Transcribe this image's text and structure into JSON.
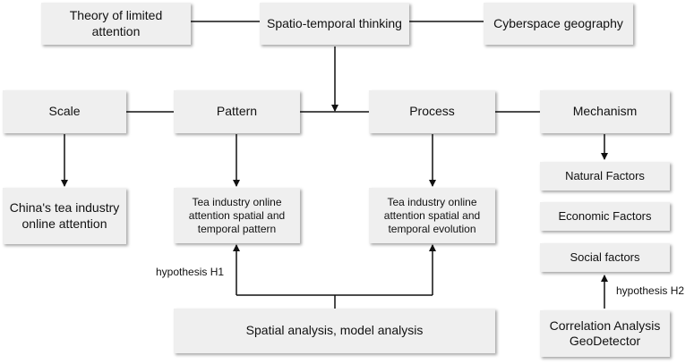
{
  "top": {
    "limited_attention": "Theory of limited attention",
    "spatio_temporal": "Spatio-temporal thinking",
    "cyberspace": "Cyberspace geography"
  },
  "middle": {
    "scale": "Scale",
    "pattern": "Pattern",
    "process": "Process",
    "mechanism": "Mechanism"
  },
  "lower": {
    "china_attention": "China's tea industry online attention",
    "spatial_pattern": "Tea industry online attention spatial and temporal pattern",
    "spatial_evolution": "Tea industry online attention spatial and temporal evolution",
    "natural_factors": "Natural Factors",
    "economic_factors": "Economic Factors",
    "social_factors": "Social factors"
  },
  "bottom": {
    "spatial_analysis": "Spatial analysis, model analysis",
    "correlation_line1": "Correlation Analysis",
    "correlation_line2": "GeoDetector"
  },
  "labels": {
    "h1": "hypothesis H1",
    "h2": "hypothesis H2"
  }
}
